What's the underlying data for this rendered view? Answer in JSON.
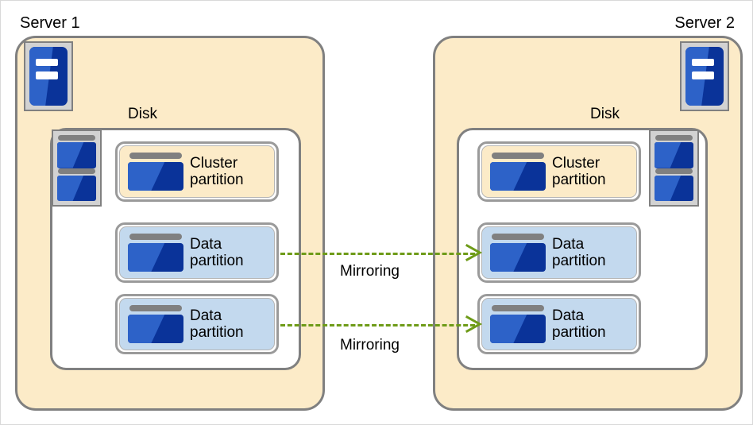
{
  "diagram": {
    "title": "Cluster disk mirroring between two servers",
    "colors": {
      "server_fill": "#FCEBC8",
      "server_border": "#808080",
      "disk_fill": "#FFFFFF",
      "cluster_partition_fill": "#FCEBC8",
      "data_partition_fill": "#C3D9EE",
      "icon_blue_light": "#2D62C8",
      "icon_blue_dark": "#0A3399",
      "icon_bar_gray": "#808080",
      "arrow_green": "#6E9B18",
      "page_background": "#FFFFFF"
    }
  },
  "servers": [
    {
      "caption": "Server 1",
      "caption_align": "left",
      "server_icon_name": "server-icon",
      "disk": {
        "label": "Disk",
        "stack_icon_name": "disk-stack-icon",
        "stack_align": "left",
        "partitions": [
          {
            "label": "Cluster\npartition",
            "type": "cluster",
            "icon_name": "partition-icon"
          },
          {
            "label": "Data\npartition",
            "type": "data",
            "icon_name": "partition-icon"
          },
          {
            "label": "Data\npartition",
            "type": "data",
            "icon_name": "partition-icon"
          }
        ]
      }
    },
    {
      "caption": "Server 2",
      "caption_align": "right",
      "server_icon_name": "server-icon",
      "disk": {
        "label": "Disk",
        "stack_icon_name": "disk-stack-icon",
        "stack_align": "right",
        "partitions": [
          {
            "label": "Cluster\npartition",
            "type": "cluster",
            "icon_name": "partition-icon"
          },
          {
            "label": "Data\npartition",
            "type": "data",
            "icon_name": "partition-icon"
          },
          {
            "label": "Data\npartition",
            "type": "data",
            "icon_name": "partition-icon"
          }
        ]
      }
    }
  ],
  "connections": [
    {
      "label": "Mirroring",
      "from": "server1-data-partition-1",
      "to": "server2-data-partition-1",
      "style": "dashed",
      "direction": "right"
    },
    {
      "label": "Mirroring",
      "from": "server1-data-partition-2",
      "to": "server2-data-partition-2",
      "style": "dashed",
      "direction": "right"
    }
  ]
}
